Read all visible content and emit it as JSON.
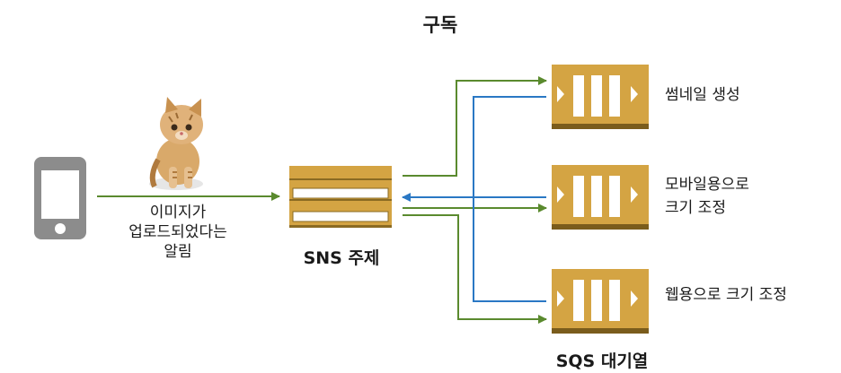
{
  "title": "구독",
  "publisher_caption": [
    "이미지가",
    "업로드되었다는",
    "알림"
  ],
  "sns_label": "SNS 주제",
  "sqs_label": "SQS 대기열",
  "queues": [
    {
      "label_lines": [
        "썸네일 생성"
      ]
    },
    {
      "label_lines": [
        "모바일용으로",
        "크기 조정"
      ]
    },
    {
      "label_lines": [
        "웹용으로 크기 조정"
      ]
    }
  ],
  "colors": {
    "sns_body": "#d4a443",
    "sns_dark": "#8a6a22",
    "queue_body": "#d4a443",
    "queue_dark": "#7a5c1c",
    "arrow_green": "#5a8a2e",
    "arrow_blue": "#2a78c4",
    "phone": "#8c8c8c"
  }
}
